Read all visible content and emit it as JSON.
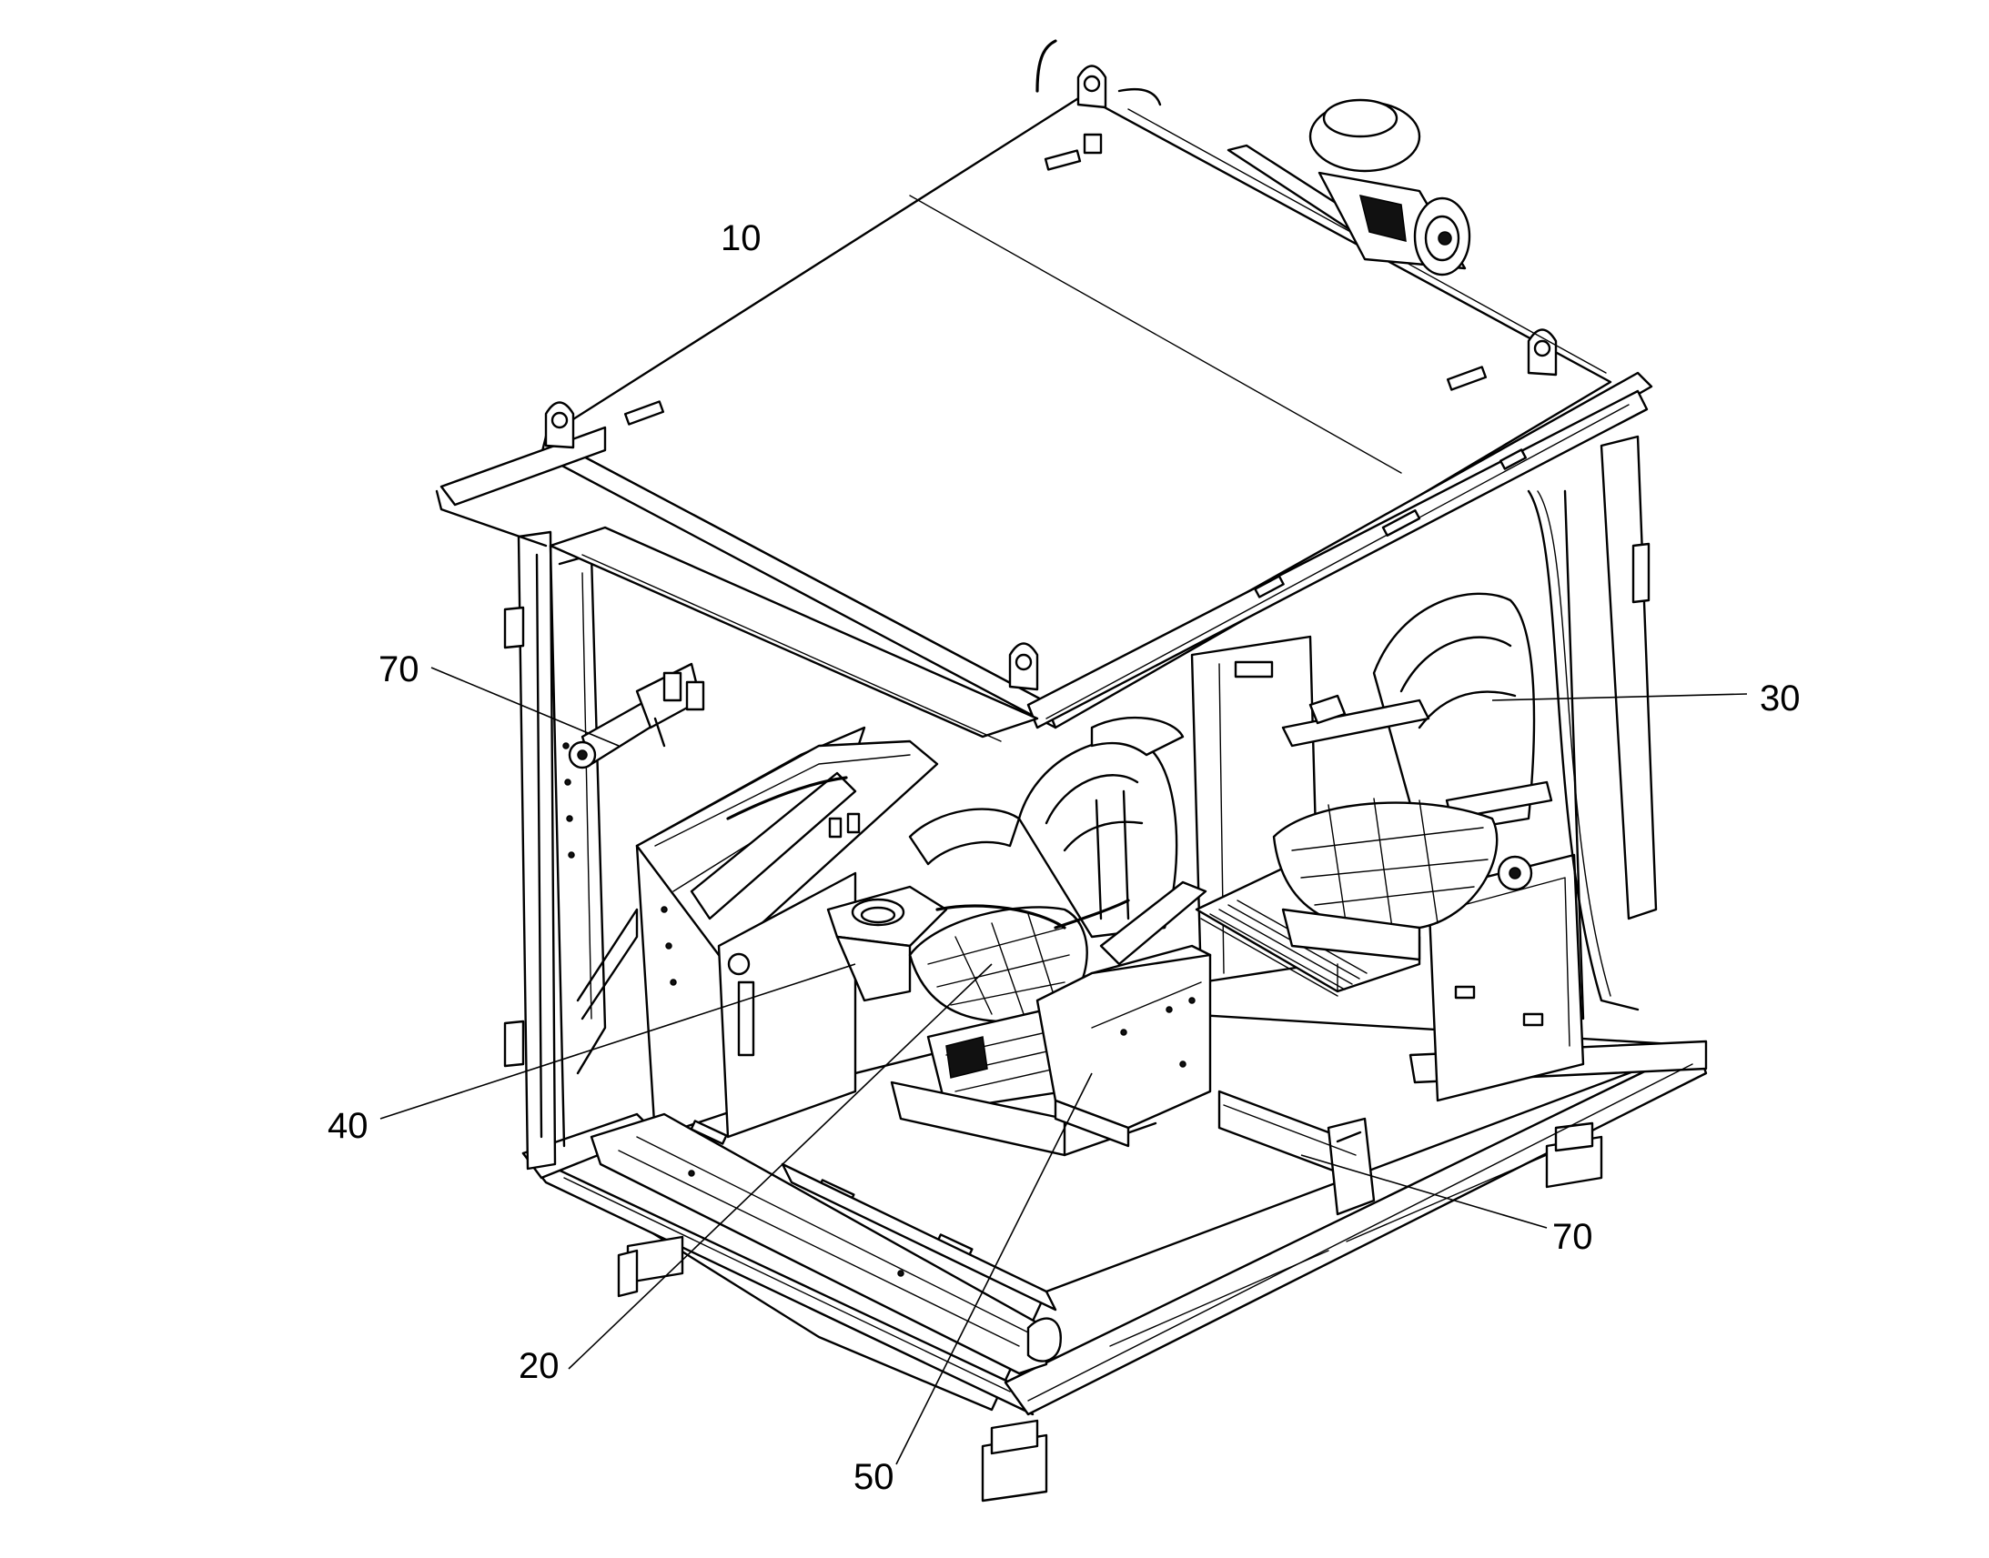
{
  "figure": {
    "labels": {
      "roof": "10",
      "rear_seat": "30",
      "left_latch": "70",
      "left_console": "40",
      "right_latch": "70",
      "front_seat": "20",
      "right_console": "50"
    }
  }
}
